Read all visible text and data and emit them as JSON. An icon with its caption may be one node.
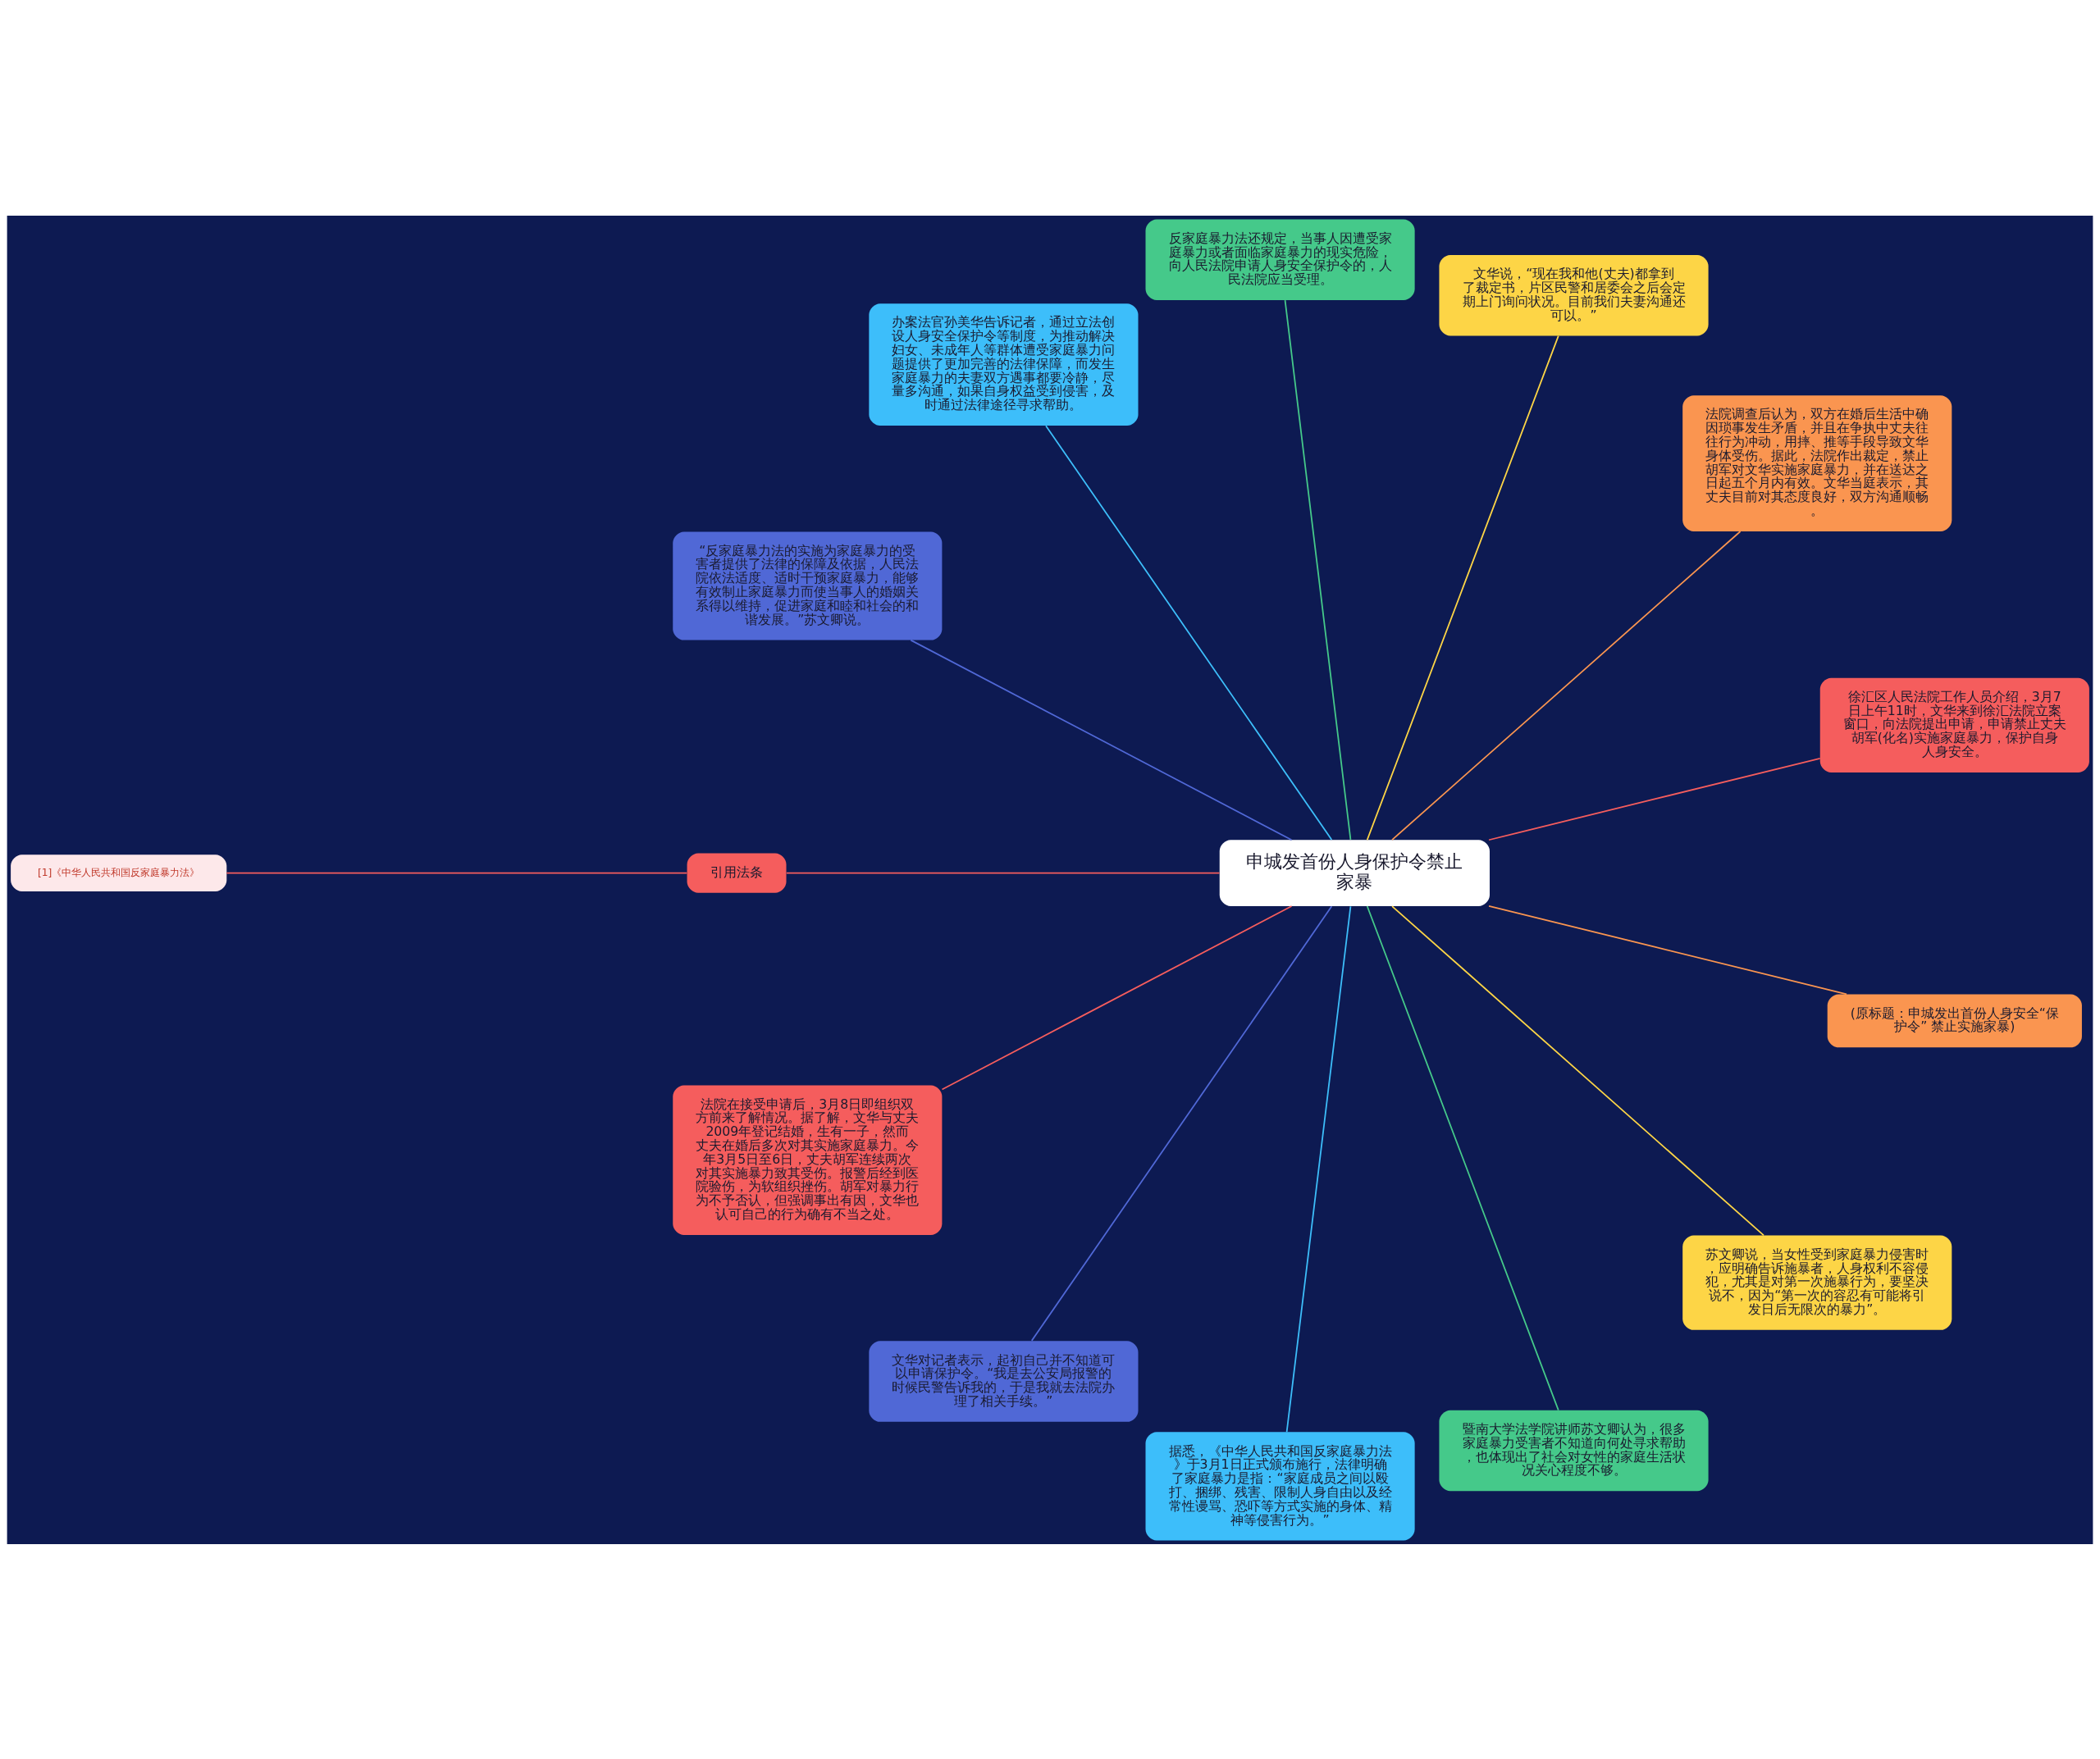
{
  "diagram": {
    "nodes": [
      {
        "text": [
          "申城发首份人身保护令禁止家暴"
        ]
      },
      {
        "text": [
          "徐汇区人民法院工作人员介绍，3月7日上午11时，文华来到徐汇法院立案窗口，向法院提出申请，申请禁止丈夫胡军(化名)实施家庭暴力，保护自身人身安全。"
        ]
      },
      {
        "text": [
          "法院调查后认为，双方在婚后生活中确因琐事发生矛盾，并且在争执中丈夫往往行为冲动，用摔、推等手段导致文华身体受伤。据此，法院作出裁定，禁止胡军对文华实施家庭暴力，并在送达之日起五个月内有效。文华当庭表示，其丈夫目前对其态度良好，双方沟通顺畅。"
        ]
      },
      {
        "text": [
          "文华说，“现在我和他(丈夫)都拿到了裁定书，片区民警和居委会之后会定期上门询问状况。目前我们夫妻沟通还可以。”"
        ]
      },
      {
        "text": [
          "反家庭暴力法还规定，当事人因遭受家庭暴力或者面临家庭暴力的现实危险，向人民法院申请人身安全保护令的，人民法院应当受理。"
        ]
      },
      {
        "text": [
          "办案法官孙美华告诉记者，通过立法创设人身安全保护令等制度，为推动解决妇女、未成年人等群体遭受家庭暴力问题提供了更加完善的法律保障，而发生家庭暴力的夫妻双方遇事都要冷静，尽量多沟通，如果自身权益受到侵害，及时通过法律途径寻求帮助。"
        ]
      },
      {
        "text": [
          "“反家庭暴力法的实施为家庭暴力的受害者提供了法律的保障及依据，人民法院依法适度、适时干预家庭暴力，能够有效制止家庭暴力而使当事人的婚姻关系得以维持，促进家庭和睦和社会的和谐发展。”苏文卿说。"
        ]
      },
      {
        "text": [
          "引用法条"
        ]
      },
      {
        "text": [
          "[1]《中华人民共和国反家庭暴力法》"
        ]
      },
      {
        "text": [
          "法院在接受申请后，3月8日即组织双方前来了解情况。据了解，文华与丈夫2009年登记结婚，生有一子，然而丈夫在婚后多次对其实施家庭暴力。今年3月5日至6日，丈夫胡军连续两次对其实施暴力致其受伤。报警后经到医院验伤，为软组织挫伤。胡军对暴力行为不予否认，但强调事出有因，文华也认可自己的行为确有不当之处。"
        ]
      },
      {
        "text": [
          "文华对记者表示，起初自己并不知道可以申请保护令。“我是去公安局报警的时候民警告诉我的，于是我就去法院办理了相关手续。”"
        ]
      },
      {
        "text": [
          "据悉，《中华人民共和国反家庭暴力法》于3月1日正式颁布施行，法律明确了家庭暴力是指：“家庭成员之间以殴打、捆绑、残害、限制人身自由以及经常性谩骂、恐吓等方式实施的身体、精神等侵害行为。”"
        ]
      },
      {
        "text": [
          "暨南大学法学院讲师苏文卿认为，很多家庭暴力受害者不知道向何处寻求帮助，也体现出了社会对女性的家庭生活状况关心程度不够。"
        ]
      },
      {
        "text": [
          "苏文卿说，当女性受到家庭暴力侵害时，应明确告诉施暴者，人身权利不容侵犯，尤其是对第一次施暴行为，要坚决说不，因为“第一次的容忍有可能将引发日后无限次的暴力”。"
        ]
      },
      {
        "text": [
          "(原标题：申城发出首份人身安全“保护令” 禁止实施家暴)"
        ]
      }
    ],
    "edges": [
      {
        "from": 0,
        "to": 1,
        "arrow": "none",
        "color": "#f55d5d"
      },
      {
        "from": 0,
        "to": 2,
        "arrow": "none",
        "color": "#fa9550"
      },
      {
        "from": 0,
        "to": 3,
        "arrow": "none",
        "color": "#fdd546"
      },
      {
        "from": 0,
        "to": 4,
        "arrow": "none",
        "color": "#45c98a"
      },
      {
        "from": 0,
        "to": 5,
        "arrow": "none",
        "color": "#3dbefa"
      },
      {
        "from": 0,
        "to": 6,
        "arrow": "none",
        "color": "#5068d6"
      },
      {
        "from": 0,
        "to": 7,
        "arrow": "none",
        "color": "#f55d5d"
      },
      {
        "from": 7,
        "to": 8,
        "arrow": "none",
        "color": "#f55d5d"
      },
      {
        "from": 0,
        "to": 9,
        "arrow": "none",
        "color": "#f55d5d"
      },
      {
        "from": 0,
        "to": 10,
        "arrow": "none",
        "color": "#5068d6"
      },
      {
        "from": 0,
        "to": 11,
        "arrow": "none",
        "color": "#3dbefa"
      },
      {
        "from": 0,
        "to": 12,
        "arrow": "none",
        "color": "#45c98a"
      },
      {
        "from": 0,
        "to": 13,
        "arrow": "none",
        "color": "#fdd546"
      },
      {
        "from": 0,
        "to": 14,
        "arrow": "none",
        "color": "#fa9550"
      }
    ]
  }
}
